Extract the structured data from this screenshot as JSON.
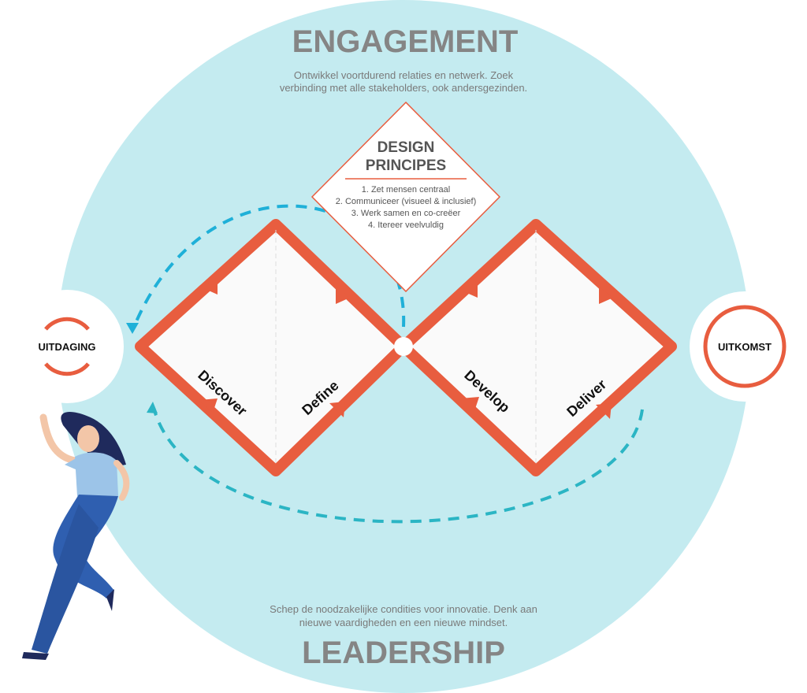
{
  "colors": {
    "circle": "#c4ebf0",
    "accent": "#e85d3f",
    "dash": "#1fb0d8",
    "text": "#858585"
  },
  "engagement": {
    "title": "ENGAGEMENT",
    "line1": "Ontwikkel voortdurend relaties en netwerk. Zoek",
    "line2": "verbinding met alle stakeholders, ook andersgezinden."
  },
  "leadership": {
    "title": "LEADERSHIP",
    "line1": "Schep de noodzakelijke condities voor innovatie. Denk aan",
    "line2": "nieuwe vaardigheden en een nieuwe mindset."
  },
  "principles": {
    "title1": "DESIGN",
    "title2": "PRINCIPES",
    "items": [
      "1. Zet mensen centraal",
      "2. Communiceer (visueel & inclusief)",
      "3. Werk samen en co-creëer",
      "4. Itereer veelvuldig"
    ]
  },
  "phases": [
    "Discover",
    "Define",
    "Develop",
    "Deliver"
  ],
  "start": "UITDAGING",
  "end": "UITKOMST"
}
